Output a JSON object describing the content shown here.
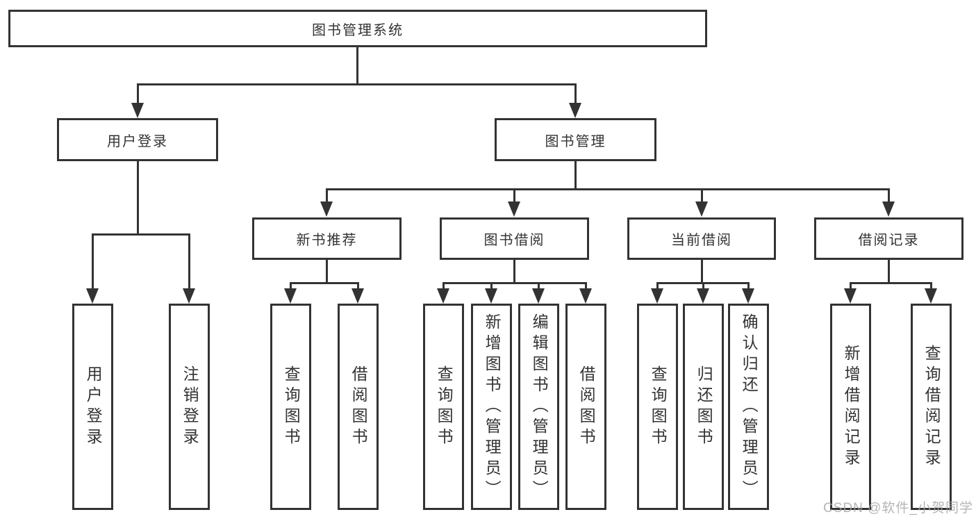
{
  "diagram": {
    "root": "图书管理系统",
    "l2": [
      "用户登录",
      "图书管理"
    ],
    "l3": [
      "新书推荐",
      "图书借阅",
      "当前借阅",
      "借阅记录"
    ],
    "leaves": {
      "login": [
        "用户登录",
        "注销登录"
      ],
      "recommend": [
        "查询图书",
        "借阅图书"
      ],
      "borrow": [
        "查询图书",
        "新增图书（管理员）",
        "编辑图书（管理员）",
        "借阅图书"
      ],
      "current": [
        "查询图书",
        "归还图书",
        "确认归还（管理员）"
      ],
      "records": [
        "新增借阅记录",
        "查询借阅记录"
      ]
    },
    "watermark": "CSDN @软件_小贺同学",
    "colors": {
      "line": "#333333",
      "text": "#333333",
      "background": "#ffffff",
      "watermark": "#a8a8a8"
    }
  }
}
